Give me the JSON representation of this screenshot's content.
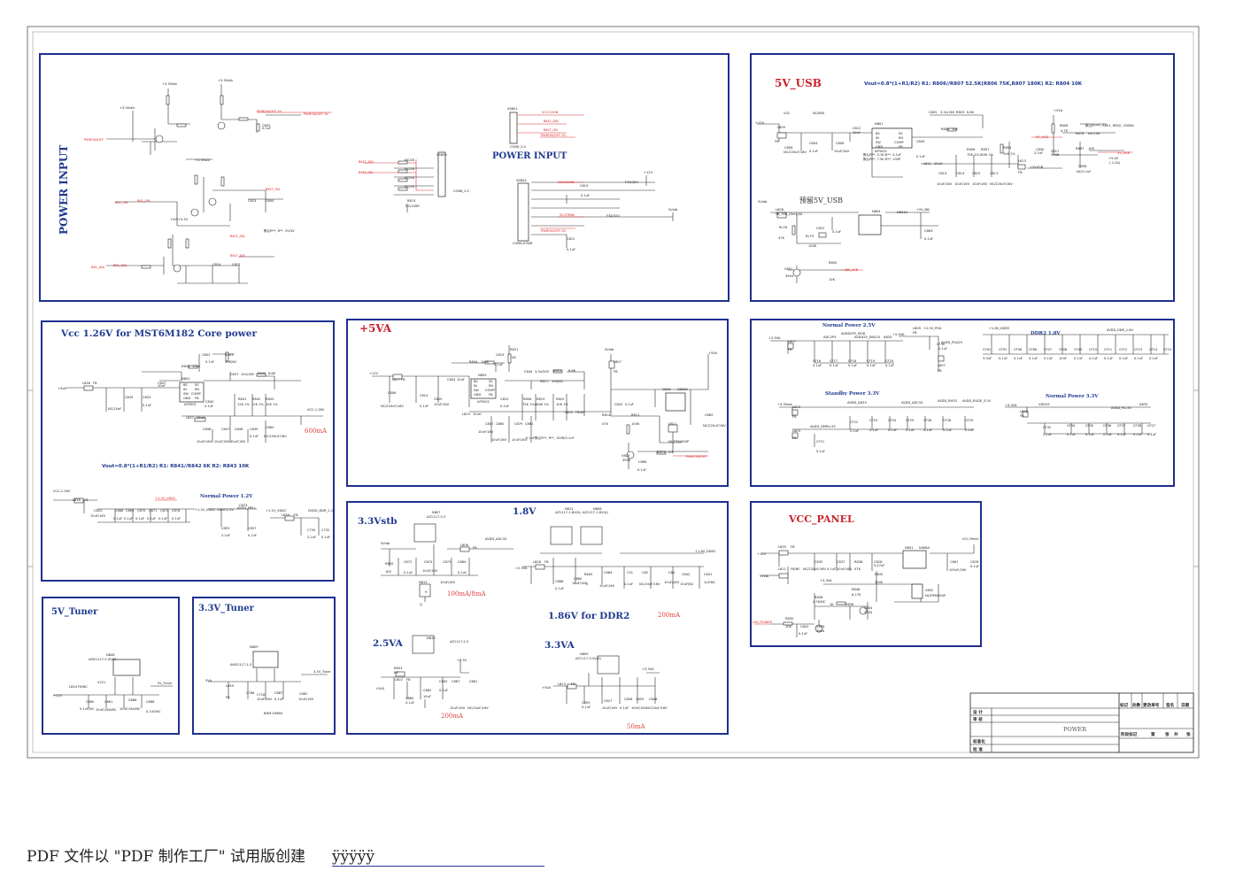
{
  "panels": {
    "power_input": {
      "title": "POWER INPUT",
      "connector_label": "POWER INPUT",
      "chips": [
        "XS801",
        "XS804",
        "XS806"
      ],
      "nets": [
        "PWRON/OFF#",
        "PWRON/OFF-3V",
        "BKLT_ADJ",
        "BL_ON",
        "BL_ADJ",
        "VCC12V",
        "+12V",
        "5Vstb"
      ]
    },
    "usb5v": {
      "title": "5V_USB",
      "formula": "Vout=0.8*(1+R1/R2)   R1: R806//R807 52.5K(R806 75K,R807 180K)  R2: R804 10K",
      "reserve_label": "预留5V_USB",
      "chips": [
        "N801",
        "N804A"
      ],
      "nets": [
        "5V_USB",
        "+5V"
      ]
    },
    "vcc126": {
      "title": "Vcc 1.26V for MST6M182 Core power",
      "formula": "Vout=0.8*(1+R1/R2)   R1: R841//R842  6K  R2: R843 10K",
      "current": "600mA",
      "subtitle": "Normal Power 1.2V",
      "chips": [
        "AP3501",
        "N841A"
      ],
      "nets": [
        "+5VA",
        "VCC-1.26V",
        "+1.2V_VDDC"
      ]
    },
    "p5va": {
      "title": "+5VA",
      "chips": [
        "AP3502",
        "N806A"
      ],
      "nets": [
        "+12V",
        "+5VA",
        "PWR-ON/OFF"
      ]
    },
    "ddr": {
      "normal25": "Normal Power 2.5V",
      "ddr2": "DDR2 1.8V",
      "standby33": "Standby Power 3.3V",
      "normal33": "Normal Power 3.3V",
      "nets": [
        "AVDD_DDR",
        "+2.5V",
        "+1.8V_DDR2",
        "+3.3Vstb",
        "AVDD_PLL33"
      ]
    },
    "stb": {
      "title": "3.3Vstb",
      "current": "100mA/8mA",
      "chip": "N807"
    },
    "v18": {
      "title": "1.8V",
      "chips": [
        "AZ1117-1.8",
        "AZ1117-1.8"
      ]
    },
    "ddr186": {
      "title": "1.86V for DDR2",
      "current": "200mA"
    },
    "v25a": {
      "title": "2.5VA",
      "current": "200mA",
      "chip": "AZ1117-2.5"
    },
    "v33a": {
      "title": "3.3VA",
      "current": "50mA",
      "chip": "AZ1117-3.3V(A)"
    },
    "vcc_panel": {
      "title": "VCC_PANEL",
      "chips": [
        "N801",
        "N802"
      ],
      "nets": [
        "+12V",
        "VCC-Panel",
        "5Vstb",
        "LVD_POWER"
      ]
    },
    "tuner5v": {
      "title": "5V_Tuner",
      "chip": "N808",
      "chip_part": "AMS1117-5.0VNC"
    },
    "tuner33": {
      "title": "3.3V_Tuner",
      "chip": "N809",
      "chip_part": "AMS1117-3.3"
    }
  },
  "title_block": {
    "drawing_name": "POWER",
    "header": [
      "标记",
      "处数",
      "更改单号",
      "签名",
      "日期"
    ],
    "rows_left": [
      "设 计",
      "审 核",
      "",
      "标准化",
      "批 准"
    ],
    "rows_right": [
      "阶段标记",
      "第",
      "张",
      "共",
      "张"
    ]
  },
  "footer": {
    "text": "PDF 文件以 \"PDF 制作工厂\" 试用版创建",
    "tail": "ÿÿÿÿÿ"
  },
  "colors": {
    "frame": "#1f2f8f",
    "title_red": "#c8232c",
    "title_blue": "#1f3a8f",
    "net_red": "#d33333"
  }
}
